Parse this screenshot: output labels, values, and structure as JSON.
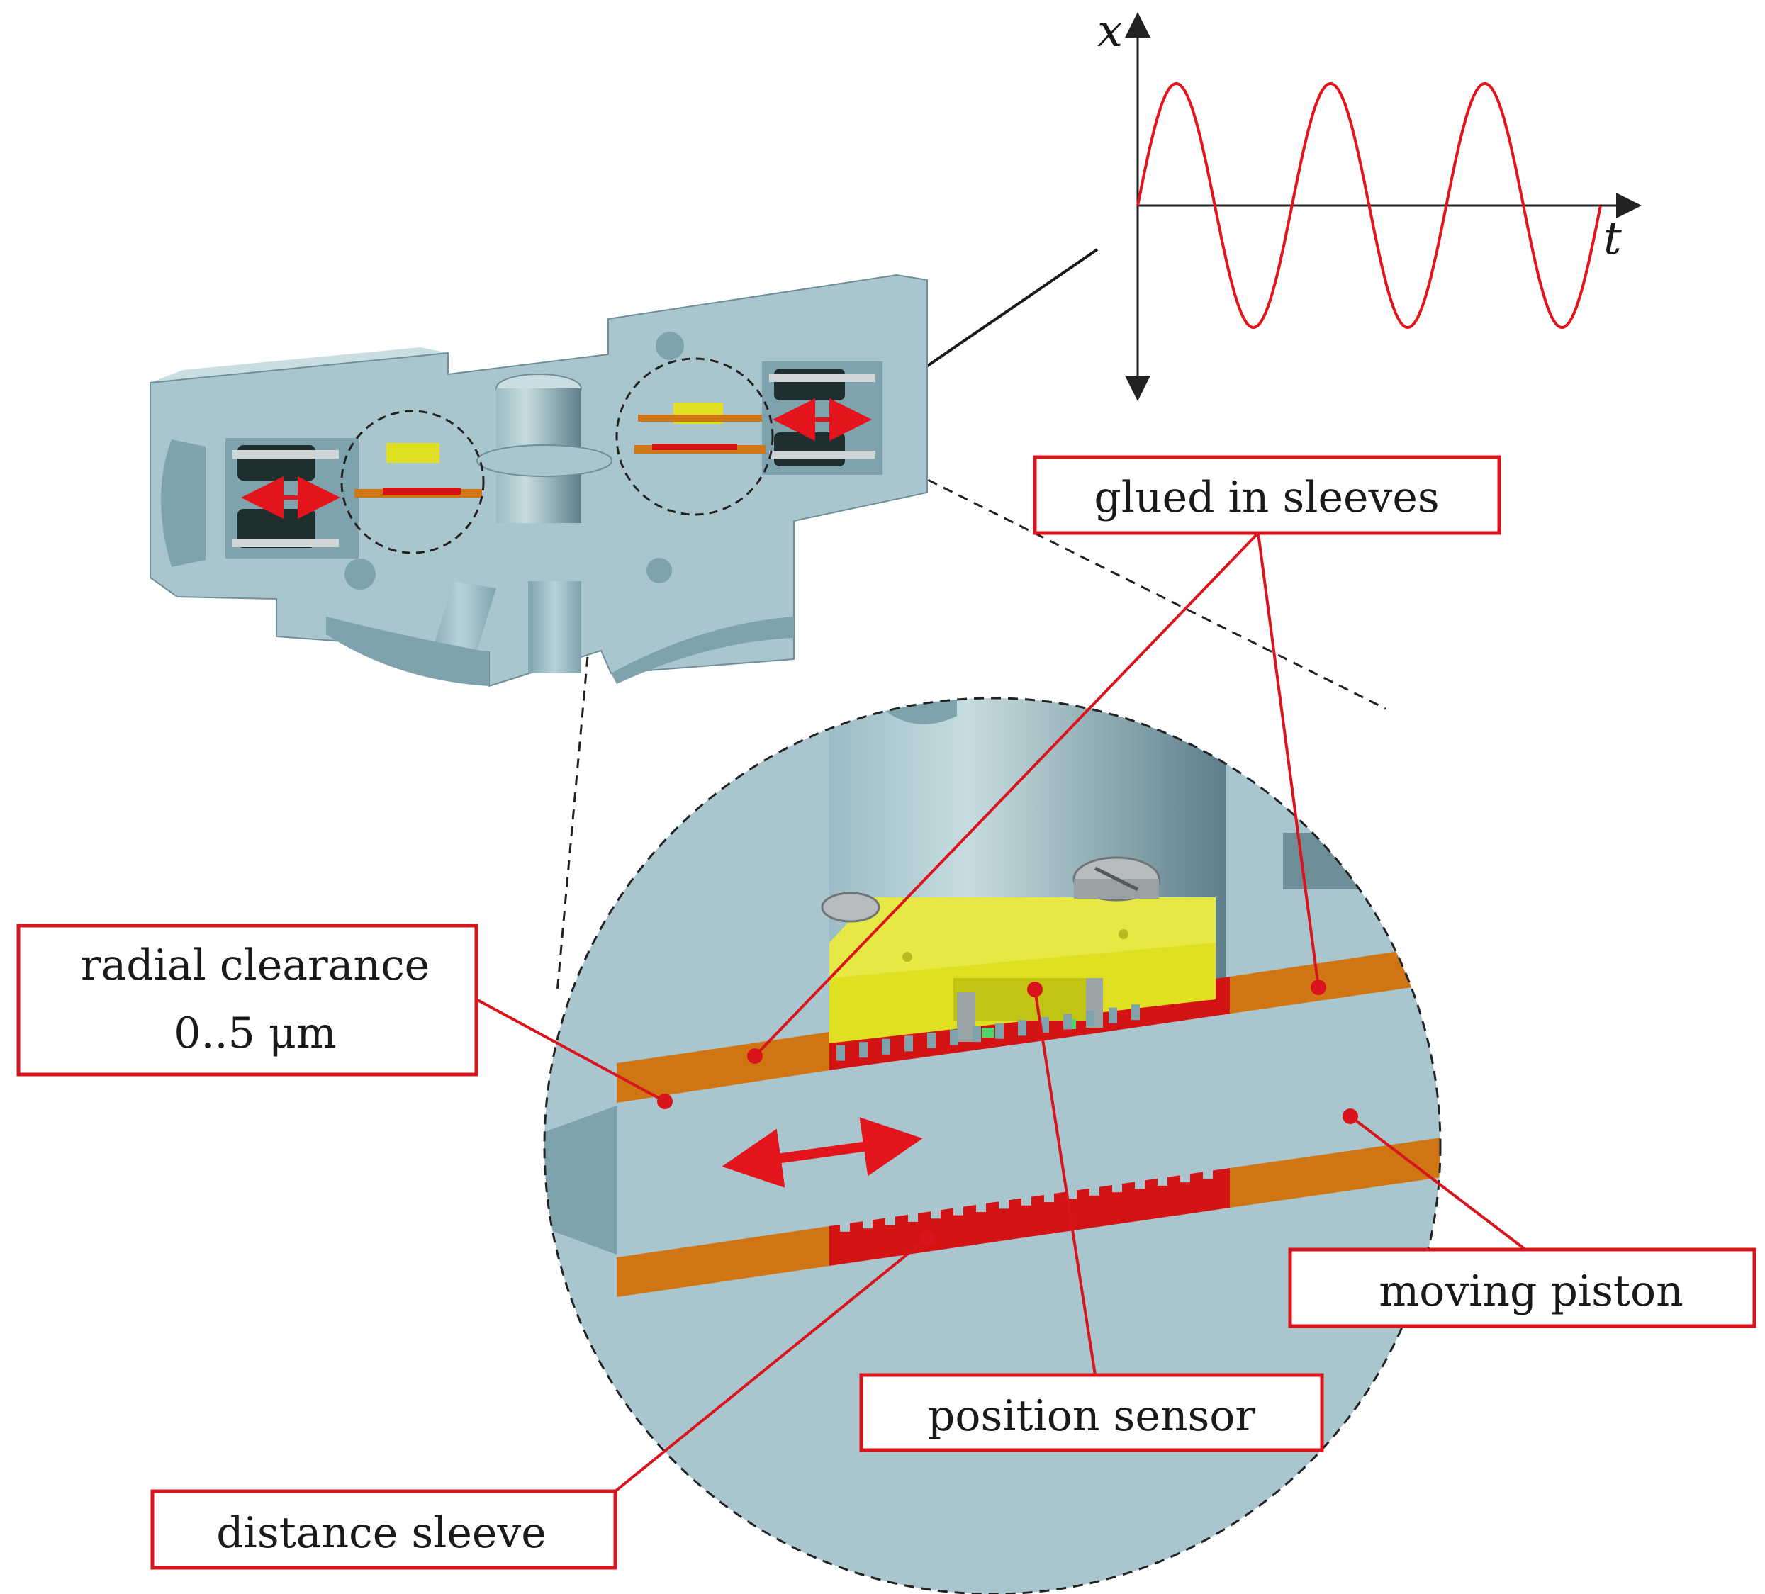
{
  "colors": {
    "housing": "#a9c6cf",
    "housing_top": "#c9dde3",
    "housing_dark": "#7fa3ad",
    "sleeve": "#cf7513",
    "distance_sleeve": "#d41414",
    "sensor": "#dfe021",
    "sensor_dark": "#c2c414",
    "accent_red": "#e3141c",
    "magnet": "#1f2f2f",
    "callout_border": "#d9141c"
  },
  "labels": {
    "glued_in_sleeves": "glued in sleeves",
    "radial_clearance_line1": "radial clearance",
    "radial_clearance_line2": "0..5 μm",
    "moving_piston": "moving piston",
    "position_sensor": "position sensor",
    "distance_sleeve": "distance sleeve"
  },
  "chart_data": {
    "type": "line",
    "xlabel": "t",
    "ylabel": "x",
    "series": [
      {
        "function": "sine",
        "cycles": 3,
        "amplitude": 1,
        "phase": 0
      }
    ]
  }
}
